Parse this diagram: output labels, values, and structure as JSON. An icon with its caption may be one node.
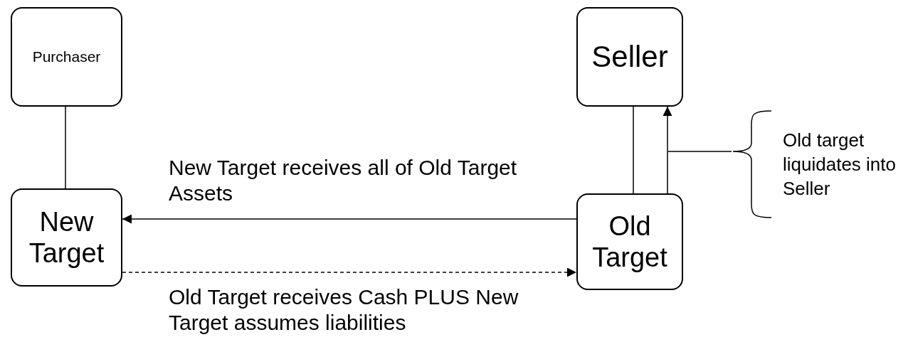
{
  "diagram": {
    "nodes": [
      {
        "text": [
          "Purchaser"
        ]
      },
      {
        "text": [
          "New Target"
        ]
      },
      {
        "text": [
          "Seller"
        ]
      },
      {
        "text": [
          "Old Target"
        ]
      },
      {
        "text": [
          "Old target liquidates into Seller"
        ]
      }
    ],
    "edges": [
      {
        "from": 0,
        "to": 1,
        "arrow": "none"
      },
      {
        "from": 2,
        "to": 3,
        "arrow": "none"
      },
      {
        "from": 3,
        "to": 2,
        "arrow": "to"
      },
      {
        "from": 3,
        "to": 1,
        "arrow": "to",
        "label": "New Target receives all of Old Target Assets"
      },
      {
        "from": 1,
        "to": 3,
        "arrow": "to",
        "style": "dashed",
        "label": "Old Target receives Cash PLUS New Target assumes liabilities"
      },
      {
        "from": 4,
        "to": null,
        "arrow": "none"
      }
    ]
  }
}
